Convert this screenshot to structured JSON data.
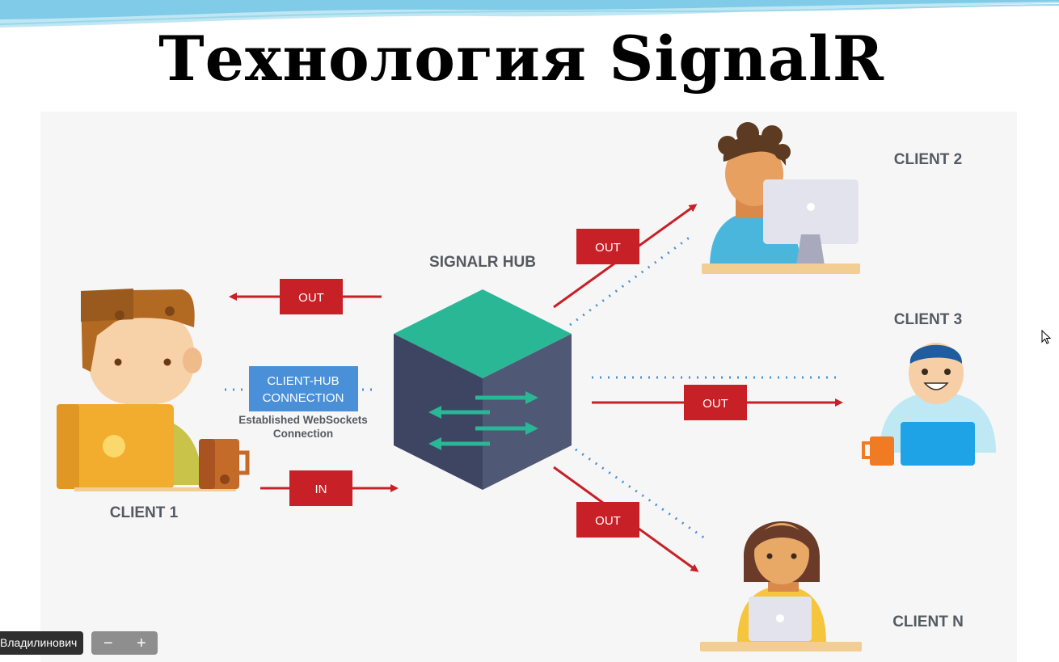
{
  "slide": {
    "title": "Технология SignalR"
  },
  "diagram": {
    "hub_label": "SIGNALR HUB",
    "clients": [
      "CLIENT 1",
      "CLIENT 2",
      "CLIENT 3",
      "CLIENT N"
    ],
    "connection_box": {
      "line1": "CLIENT-HUB",
      "line2": "CONNECTION"
    },
    "connection_caption": {
      "line1": "Established WebSockets",
      "line2": "Connection"
    },
    "flows": {
      "client1_out": "OUT",
      "client1_in": "IN",
      "client2_out": "OUT",
      "client3_out": "OUT",
      "clientn_out": "OUT"
    },
    "colors": {
      "arrow_red": "#c72127",
      "hub_top": "#29b795",
      "hub_left": "#3d4563",
      "hub_right": "#4f5874",
      "connection_blue": "#4a90d9",
      "label_gray": "#555a60"
    }
  },
  "presenter_bar": {
    "name": "Владилинович",
    "zoom_out": "−",
    "zoom_in": "+"
  }
}
